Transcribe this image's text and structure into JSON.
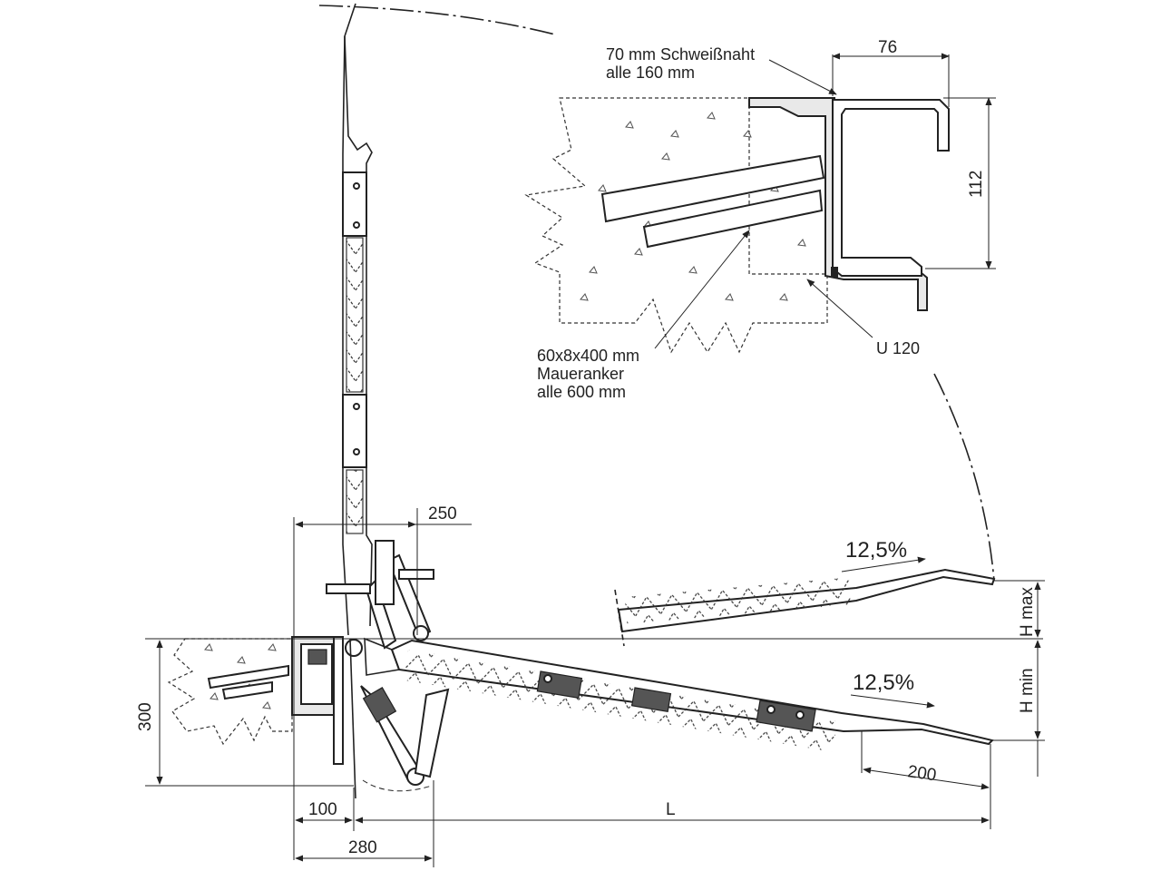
{
  "callouts": {
    "weld_line1": "70 mm Schweißnaht",
    "weld_line2": "alle 160 mm",
    "anchor_line1": "60x8x400 mm",
    "anchor_line2": "Maueranker",
    "anchor_line3": "alle 600 mm",
    "channel": "U 120"
  },
  "dimensions": {
    "detail_width": "76",
    "detail_height": "112",
    "top_offset": "250",
    "wall_height": "300",
    "lip_length": "200",
    "length": "L",
    "offset_100": "100",
    "offset_280": "280",
    "h_max": "H max",
    "h_min": "H min"
  },
  "slopes": {
    "upper": "12,5%",
    "lower": "12,5%"
  }
}
